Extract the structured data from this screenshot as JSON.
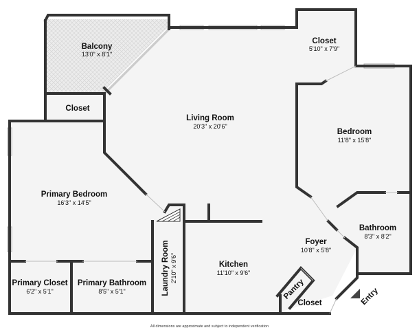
{
  "rooms": {
    "balcony": {
      "name": "Balcony",
      "dims": "13'0\" x 8'1\""
    },
    "closet_top": {
      "name": "Closet",
      "dims": "5'10\" x 7'9\""
    },
    "closet_left": {
      "name": "Closet"
    },
    "living_room": {
      "name": "Living Room",
      "dims": "20'3\" x 20'6\""
    },
    "bedroom": {
      "name": "Bedroom",
      "dims": "11'8\" x 15'8\""
    },
    "primary_bedroom": {
      "name": "Primary Bedroom",
      "dims": "16'3\" x 14'5\""
    },
    "bathroom": {
      "name": "Bathroom",
      "dims": "8'3\" x 8'2\""
    },
    "foyer": {
      "name": "Foyer",
      "dims": "10'8\" x 5'8\""
    },
    "laundry_room": {
      "name": "Laundry Room",
      "dims": "2'10\" x 9'6\""
    },
    "kitchen": {
      "name": "Kitchen",
      "dims": "11'10\" x 9'6\""
    },
    "pantry": {
      "name": "Pantry"
    },
    "closet_bottom": {
      "name": "Closet"
    },
    "primary_closet": {
      "name": "Primary Closet",
      "dims": "6'2\" x 5'1\""
    },
    "primary_bathroom": {
      "name": "Primary Bathroom",
      "dims": "8'5\" x 5'1\""
    }
  },
  "entry": {
    "label": "Entry"
  },
  "disclaimer": "All dimensions are approximate and subject to independent verification",
  "colors": {
    "wall": "#333333",
    "floor": "#f4f4f4",
    "balcony": "#e6e6e6"
  }
}
